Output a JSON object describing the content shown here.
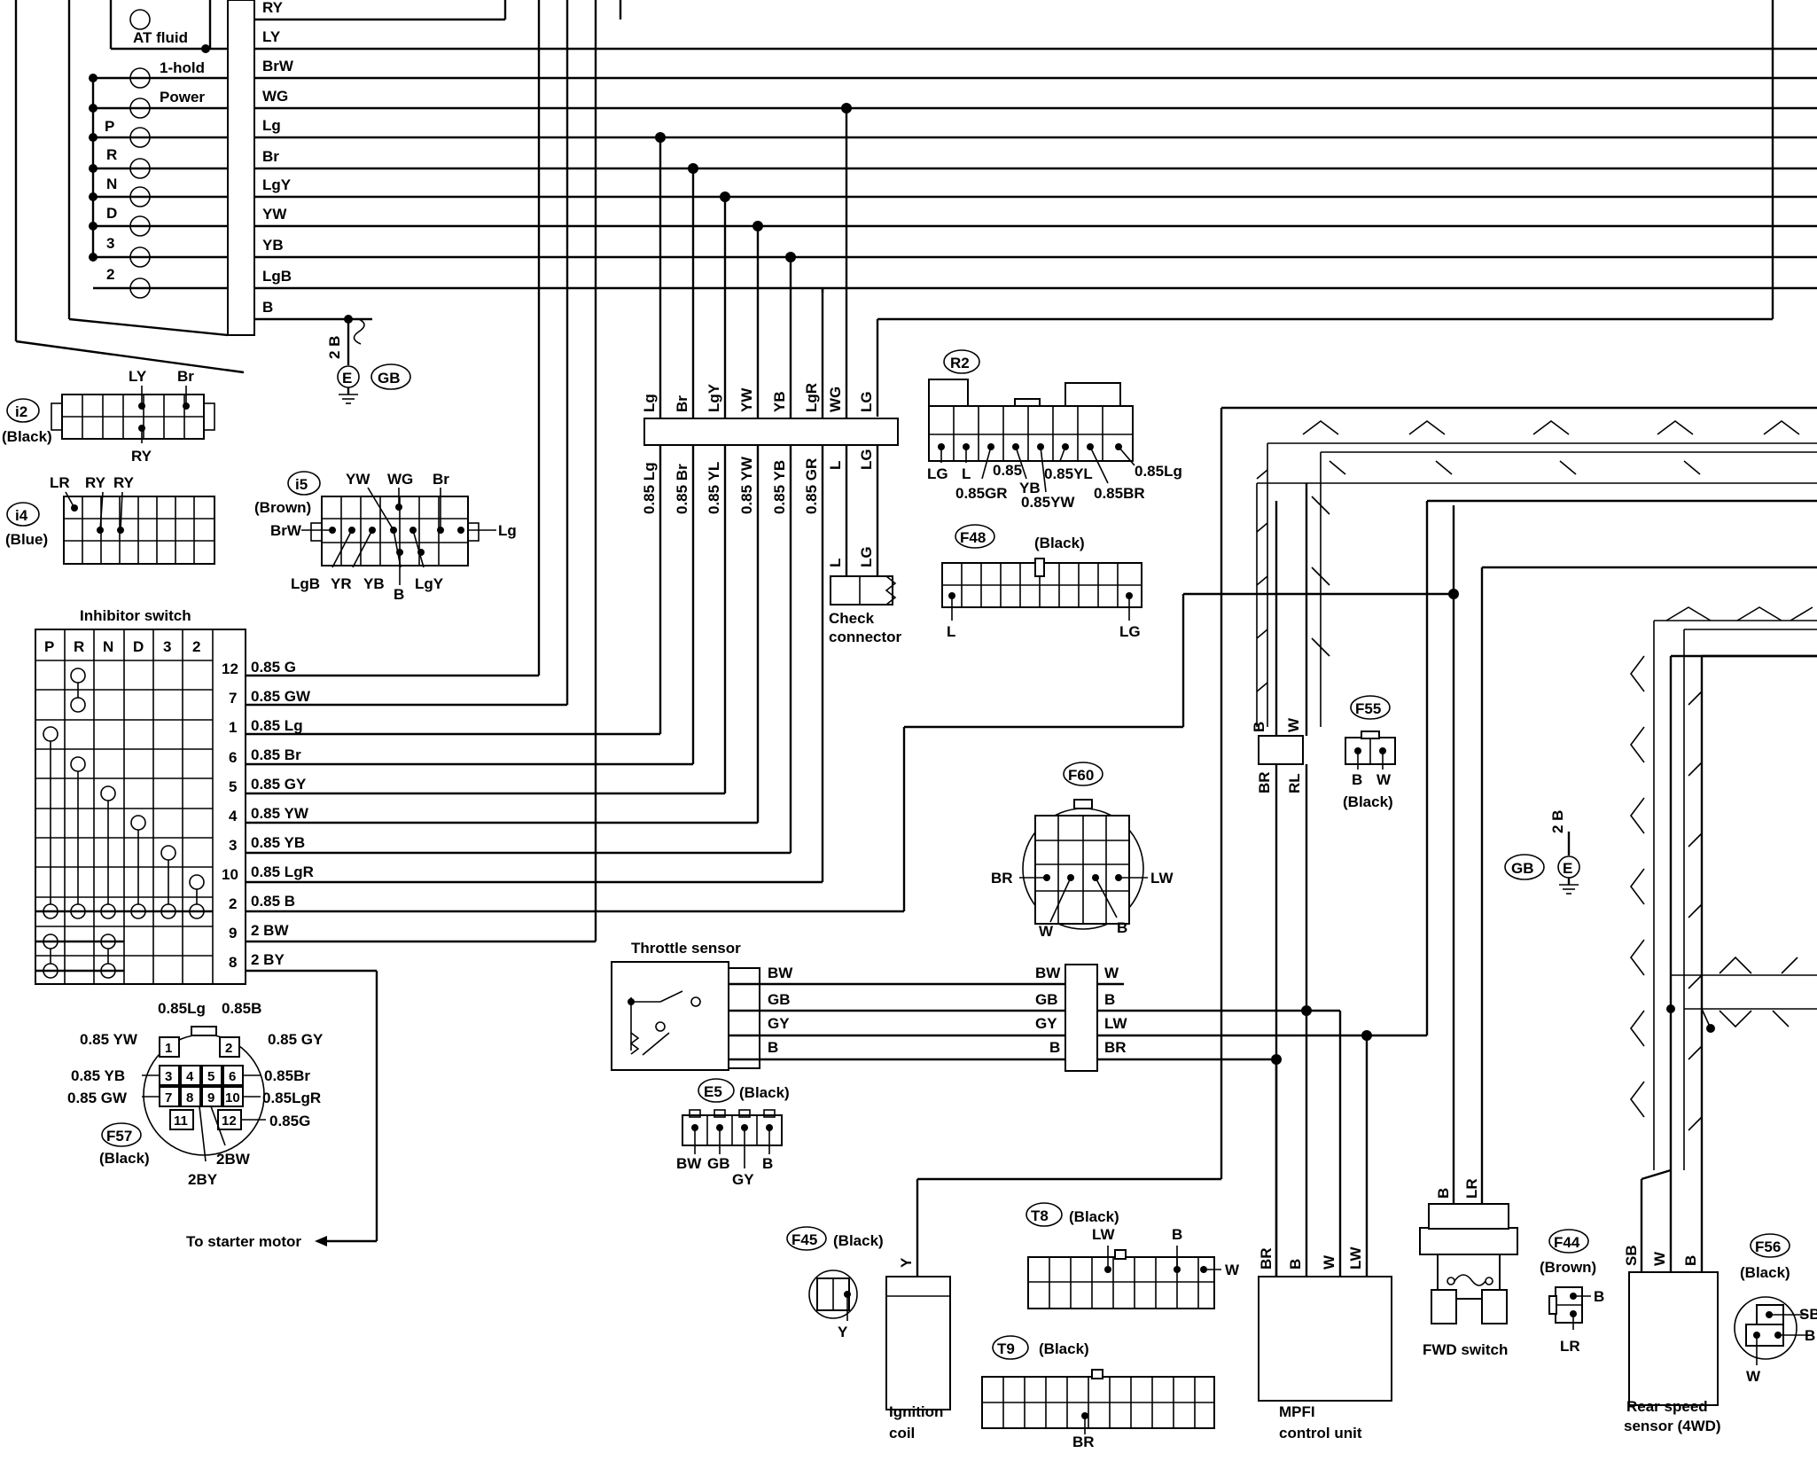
{
  "switch_top": {
    "rows": [
      "AT fluid",
      "1-hold",
      "Power",
      "P",
      "R",
      "N",
      "D",
      "3",
      "2"
    ],
    "wires": [
      "RY",
      "LY",
      "BrW",
      "WG",
      "Lg",
      "Br",
      "LgY",
      "YW",
      "YB",
      "LgB",
      "B"
    ]
  },
  "ground": {
    "wire": "2 B",
    "symbol": "E",
    "code": "GB"
  },
  "connectors": {
    "i2": {
      "code": "i2",
      "color": "(Black)",
      "pins": [
        "LY",
        "Br",
        "RY"
      ]
    },
    "i4": {
      "code": "i4",
      "color": "(Blue)",
      "pins": [
        "LR",
        "RY",
        "RY"
      ]
    },
    "i5": {
      "code": "i5",
      "color": "(Brown)",
      "pins": [
        "YW",
        "WG",
        "Br",
        "BrW",
        "Lg",
        "LgB",
        "YR",
        "YB",
        "B",
        "LgY"
      ]
    },
    "R2": {
      "code": "R2",
      "pins": [
        "LG",
        "L",
        "0.85",
        "0.85GR",
        "YB",
        "0.85YW",
        "0.85YL",
        "0.85BR",
        "0.85Lg"
      ]
    },
    "F48": {
      "code": "F48",
      "color": "(Black)",
      "pins": [
        "L",
        "LG"
      ]
    },
    "F55": {
      "code": "F55",
      "color": "(Black)",
      "pins": [
        "B",
        "W"
      ]
    },
    "F60": {
      "code": "F60",
      "pins": [
        "BR",
        "LW",
        "W",
        "B"
      ]
    },
    "E5": {
      "code": "E5",
      "color": "(Black)",
      "pins": [
        "BW",
        "GB",
        "GY",
        "B"
      ]
    },
    "F57": {
      "code": "F57",
      "color": "(Black)",
      "pins": [
        "1",
        "2",
        "3",
        "4",
        "5",
        "6",
        "7",
        "8",
        "9",
        "10",
        "11",
        "12"
      ],
      "labels": [
        "0.85Lg",
        "0.85B",
        "0.85 YW",
        "0.85 GY",
        "0.85 YB",
        "0.85Br",
        "0.85 GW",
        "0.85LgR",
        "0.85G",
        "2BW",
        "2BY"
      ]
    },
    "F45": {
      "code": "F45",
      "color": "(Black)",
      "pins": [
        "Y"
      ]
    },
    "T8": {
      "code": "T8",
      "color": "(Black)",
      "pins": [
        "LW",
        "B",
        "W"
      ]
    },
    "T9": {
      "code": "T9",
      "color": "(Black)",
      "pins": [
        "BR"
      ]
    },
    "F44": {
      "code": "F44",
      "color": "(Brown)",
      "pins": [
        "B",
        "LR"
      ]
    },
    "F56": {
      "code": "F56",
      "color": "(Black)",
      "pins": [
        "SB",
        "B",
        "W"
      ]
    }
  },
  "inhibitor": {
    "title": "Inhibitor switch",
    "columns": [
      "P",
      "R",
      "N",
      "D",
      "3",
      "2"
    ],
    "terminals": [
      {
        "num": "12",
        "wire": "0.85 G"
      },
      {
        "num": "7",
        "wire": "0.85 GW"
      },
      {
        "num": "1",
        "wire": "0.85 Lg"
      },
      {
        "num": "6",
        "wire": "0.85 Br"
      },
      {
        "num": "5",
        "wire": "0.85 GY"
      },
      {
        "num": "4",
        "wire": "0.85 YW"
      },
      {
        "num": "3",
        "wire": "0.85 YB"
      },
      {
        "num": "10",
        "wire": "0.85 LgR"
      },
      {
        "num": "2",
        "wire": "0.85 B"
      },
      {
        "num": "9",
        "wire": "2 BW"
      },
      {
        "num": "8",
        "wire": "2 BY"
      }
    ]
  },
  "junction": {
    "top": [
      "Lg",
      "Br",
      "LgY",
      "YW",
      "YB",
      "LgR",
      "WG",
      "LG"
    ],
    "bottom": [
      "0.85 Lg",
      "0.85 Br",
      "0.85 YL",
      "0.85 YW",
      "0.85 YB",
      "0.85 GR",
      "L",
      "LG"
    ]
  },
  "check": {
    "pins": [
      "L",
      "LG"
    ],
    "label1": "Check",
    "label2": "connector"
  },
  "throttle": {
    "title": "Throttle sensor",
    "wires": [
      "BW",
      "GB",
      "GY",
      "B"
    ],
    "right": [
      "W",
      "B",
      "LW",
      "BR"
    ]
  },
  "mpfi": {
    "pins": [
      "BR",
      "B",
      "W",
      "LW"
    ],
    "label1": "MPFI",
    "label2": "control unit",
    "top": [
      "B",
      "W"
    ],
    "bot": [
      "BR",
      "RL"
    ]
  },
  "ignition": {
    "pin": "Y",
    "label1": "Ignition",
    "label2": "coil"
  },
  "fwd": {
    "pins": [
      "B",
      "LR"
    ],
    "label": "FWD switch"
  },
  "rear": {
    "pins": [
      "SB",
      "W",
      "B"
    ],
    "label1": "Rear speed",
    "label2": "sensor (4WD)"
  },
  "starter": "To starter motor"
}
